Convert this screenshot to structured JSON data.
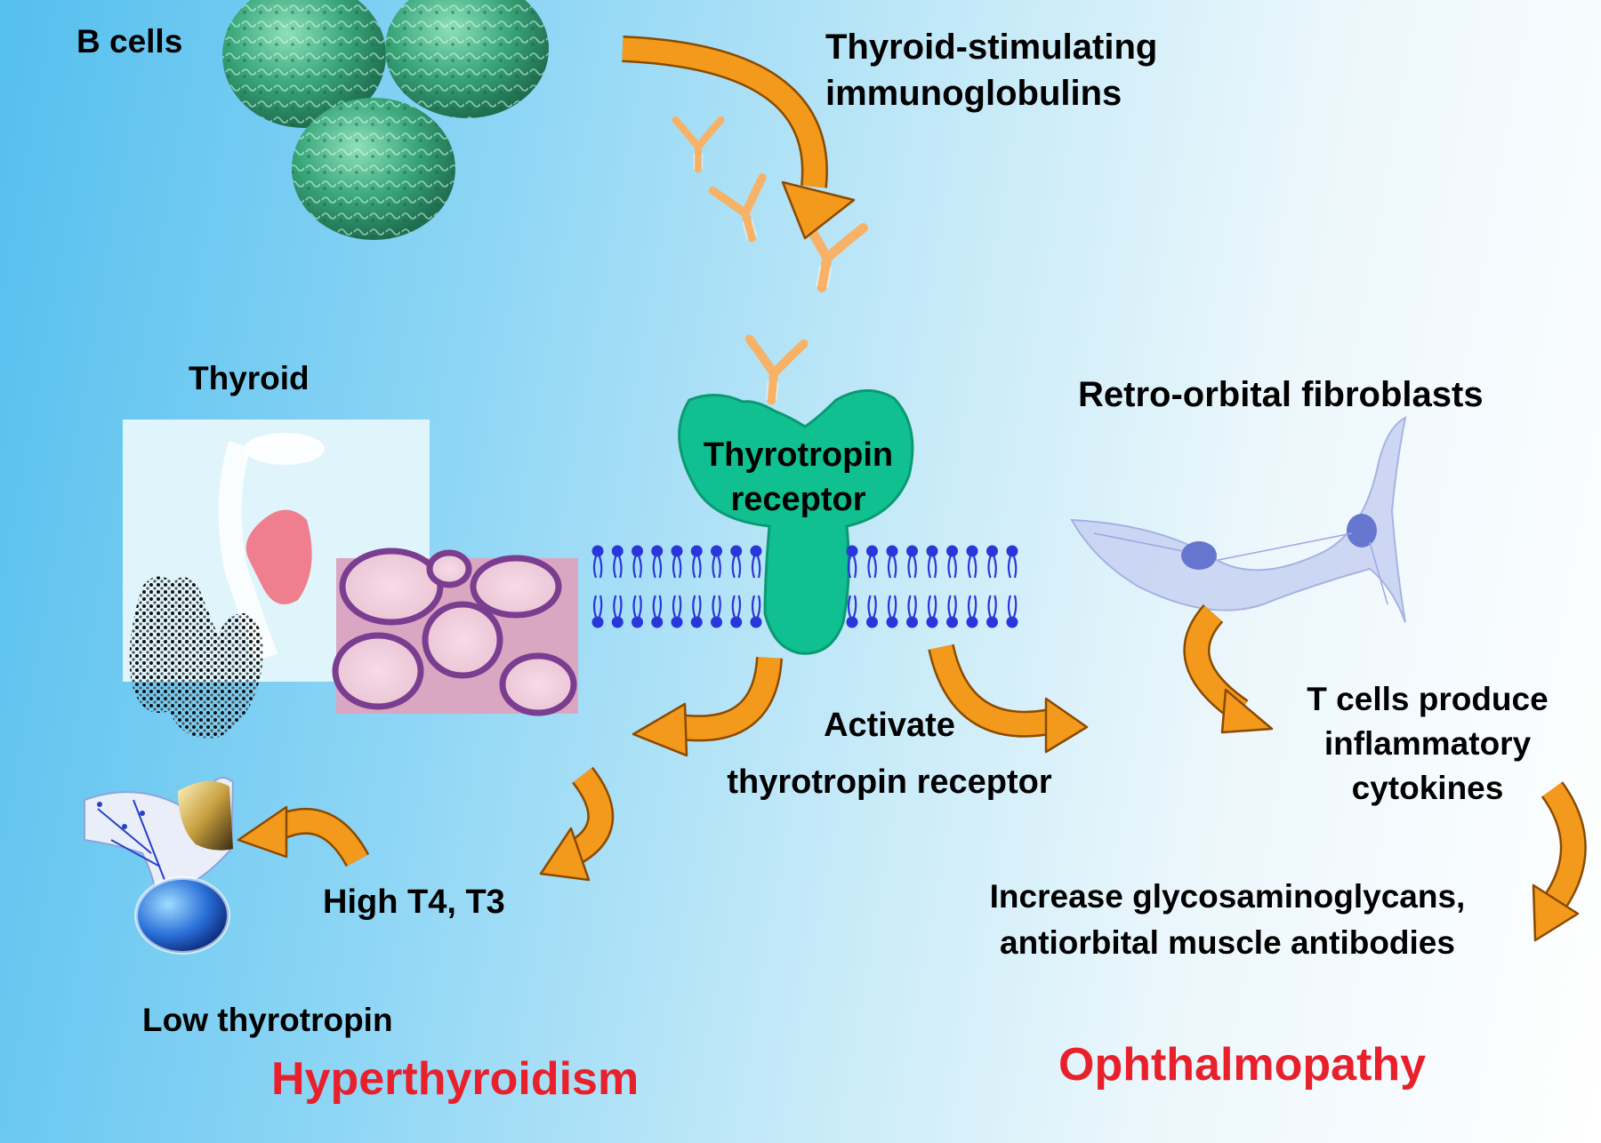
{
  "labels": {
    "b_cells": "B cells",
    "tsi_line1": "Thyroid-stimulating",
    "tsi_line2": "immunoglobulins",
    "thyroid": "Thyroid",
    "receptor_line1": "Thyrotropin",
    "receptor_line2": "receptor",
    "retro_orbital": "Retro-orbital fibroblasts",
    "activate_line1": "Activate",
    "activate_line2": "thyrotropin receptor",
    "t_cells_line1": "T cells produce",
    "t_cells_line2": "inflammatory",
    "t_cells_line3": "cytokines",
    "high_t4": "High T4, T3",
    "increase_line1": "Increase glycosaminoglycans,",
    "increase_line2": "antiorbital  muscle antibodies",
    "low_thyrotropin": "Low  thyrotropin",
    "hyperthyroidism": "Hyperthyroidism",
    "ophthalmopathy": "Ophthalmopathy"
  },
  "colors": {
    "arrow": "#f39a1c",
    "arrow_edge": "#8a4a00",
    "receptor": "#10c090",
    "membrane": "#2a37d8",
    "antibody": "#f7b267",
    "b_cell": "#3aa77a",
    "outcome_text": "#e8202c"
  }
}
